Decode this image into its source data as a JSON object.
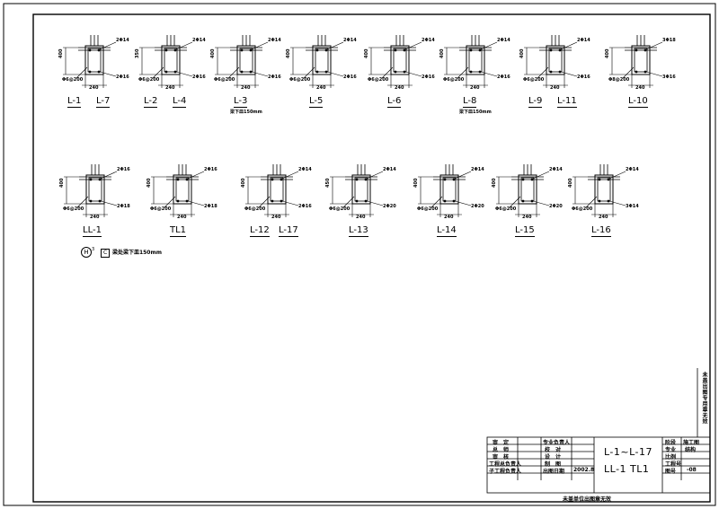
{
  "sections": [
    {
      "labels": [
        "L-1",
        "L-7"
      ],
      "height": "400",
      "top_bar": "2Φ14",
      "bottom_bar": "2Φ16",
      "stirrup": "Φ6@200",
      "width": "240",
      "note": ""
    },
    {
      "labels": [
        "L-2",
        "L-4"
      ],
      "height": "350",
      "top_bar": "2Φ14",
      "bottom_bar": "2Φ16",
      "stirrup": "Φ6@200",
      "width": "240",
      "note": ""
    },
    {
      "labels": [
        "L-3"
      ],
      "height": "400",
      "top_bar": "2Φ14",
      "bottom_bar": "2Φ16",
      "stirrup": "Φ6@200",
      "width": "240",
      "note": "梁下皿150mm"
    },
    {
      "labels": [
        "L-5"
      ],
      "height": "400",
      "top_bar": "2Φ14",
      "bottom_bar": "2Φ16",
      "stirrup": "Φ6@200",
      "width": "240",
      "note": ""
    },
    {
      "labels": [
        "L-6"
      ],
      "height": "400",
      "top_bar": "2Φ14",
      "bottom_bar": "2Φ16",
      "stirrup": "Φ6@200",
      "width": "240",
      "note": ""
    },
    {
      "labels": [
        "L-8"
      ],
      "height": "400",
      "top_bar": "2Φ14",
      "bottom_bar": "2Φ16",
      "stirrup": "Φ6@200",
      "width": "240",
      "note": "梁下皿150mm"
    },
    {
      "labels": [
        "L-9",
        "L-11"
      ],
      "height": "400",
      "top_bar": "2Φ14",
      "bottom_bar": "2Φ16",
      "stirrup": "Φ6@200",
      "width": "240",
      "note": ""
    },
    {
      "labels": [
        "L-10"
      ],
      "height": "400",
      "top_bar": "3Φ18",
      "bottom_bar": "3Φ16",
      "stirrup": "Φ8@200",
      "width": "240",
      "note": ""
    },
    {
      "labels": [
        "LL-1"
      ],
      "height": "400",
      "top_bar": "2Φ16",
      "bottom_bar": "2Φ18",
      "stirrup": "Φ6@200",
      "width": "240",
      "note": ""
    },
    {
      "labels": [
        "TL1"
      ],
      "height": "400",
      "top_bar": "2Φ16",
      "bottom_bar": "2Φ18",
      "stirrup": "Φ6@200",
      "width": "240",
      "note": ""
    },
    {
      "labels": [
        "L-12",
        "L-17"
      ],
      "height": "400",
      "top_bar": "2Φ14",
      "bottom_bar": "2Φ16",
      "stirrup": "Φ6@200",
      "width": "240",
      "note": ""
    },
    {
      "labels": [
        "L-13"
      ],
      "height": "450",
      "top_bar": "2Φ14",
      "bottom_bar": "2Φ20",
      "stirrup": "Φ6@200",
      "width": "240",
      "note": ""
    },
    {
      "labels": [
        "L-14"
      ],
      "height": "400",
      "top_bar": "2Φ14",
      "bottom_bar": "2Φ20",
      "stirrup": "Φ6@200",
      "width": "240",
      "note": ""
    },
    {
      "labels": [
        "L-15"
      ],
      "height": "400",
      "top_bar": "2Φ14",
      "bottom_bar": "2Φ20",
      "stirrup": "Φ6@200",
      "width": "240",
      "note": ""
    },
    {
      "labels": [
        "L-16"
      ],
      "height": "400",
      "top_bar": "2Φ14",
      "bottom_bar": "3Φ14",
      "stirrup": "Φ6@200",
      "width": "240",
      "note": ""
    }
  ],
  "ll1_note": {
    "symbol": "H",
    "sup": "3",
    "box": "C",
    "text": "梁处梁下皿150mm"
  },
  "title_block": {
    "rows": [
      [
        "审　定",
        "专业负责人",
        ""
      ],
      [
        "总　师",
        "校　对",
        ""
      ],
      [
        "审　核",
        "设　计",
        ""
      ],
      [
        "工程总负责人",
        "制　图",
        ""
      ],
      [
        "子工程负责人",
        "出图日期",
        "2002.8"
      ]
    ],
    "drawing_title_line1": "L-1~L-17",
    "drawing_title_line2": "LL-1  TL1",
    "right_rows": [
      [
        "阶段",
        "施工图"
      ],
      [
        "专业",
        "结构"
      ],
      [
        "比例",
        ""
      ],
      [
        "工程号",
        ""
      ],
      [
        "图号",
        "-08"
      ]
    ],
    "bottom_note": "未盖单位出图章无效",
    "vertical_note": "未盖出图专用章无效"
  }
}
